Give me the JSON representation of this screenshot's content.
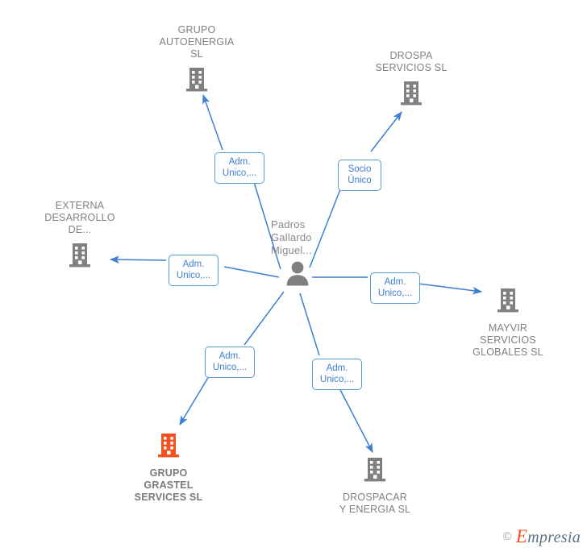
{
  "diagram": {
    "title": "Padros Gallardo Miguel relationship graph",
    "colors": {
      "node_gray": "#808080",
      "node_highlight_orange": "#f4511e",
      "edge_blue": "#3d7fd1",
      "label_border_blue": "#5b9bd5",
      "text_gray": "#808080",
      "background": "#ffffff"
    },
    "center": {
      "id": "person-padros-gallardo-miguel",
      "name": "Padros\nGallardo\nMiguel...",
      "icon": "person-icon",
      "type": "person"
    },
    "nodes": [
      {
        "id": "grupo-autoenergia-sl",
        "name": "GRUPO\nAUTOENERGIA\nSL",
        "icon": "building-icon",
        "type": "company",
        "highlight": false
      },
      {
        "id": "drospa-servicios-sl",
        "name": "DROSPA\nSERVICIOS  SL",
        "icon": "building-icon",
        "type": "company",
        "highlight": false
      },
      {
        "id": "externa-desarrollo-de",
        "name": "EXTERNA\nDESARROLLO\nDE...",
        "icon": "building-icon",
        "type": "company",
        "highlight": false
      },
      {
        "id": "mayvir-servicios-globales-sl",
        "name": "MAYVIR\nSERVICIOS\nGLOBALES  SL",
        "icon": "building-icon",
        "type": "company",
        "highlight": false
      },
      {
        "id": "grupo-grastel-services-sl",
        "name": "GRUPO\nGRASTEL\nSERVICES  SL",
        "icon": "building-icon",
        "type": "company",
        "highlight": true
      },
      {
        "id": "drospacar-y-energia-sl",
        "name": "DROSPACAR\nY ENERGIA  SL",
        "icon": "building-icon",
        "type": "company",
        "highlight": false
      }
    ],
    "edges": [
      {
        "id": "edge-to-grupo-autoenergia",
        "from": "person-padros-gallardo-miguel",
        "to": "grupo-autoenergia-sl",
        "label": "Adm.\nUnico,..."
      },
      {
        "id": "edge-to-drospa-servicios",
        "from": "person-padros-gallardo-miguel",
        "to": "drospa-servicios-sl",
        "label": "Socio\nÚnico"
      },
      {
        "id": "edge-to-externa-desarrollo",
        "from": "person-padros-gallardo-miguel",
        "to": "externa-desarrollo-de",
        "label": "Adm.\nUnico,..."
      },
      {
        "id": "edge-to-mayvir-servicios",
        "from": "person-padros-gallardo-miguel",
        "to": "mayvir-servicios-globales-sl",
        "label": "Adm.\nUnico,..."
      },
      {
        "id": "edge-to-grupo-grastel",
        "from": "person-padros-gallardo-miguel",
        "to": "grupo-grastel-services-sl",
        "label": "Adm.\nUnico,..."
      },
      {
        "id": "edge-to-drospacar-y-energia",
        "from": "person-padros-gallardo-miguel",
        "to": "drospacar-y-energia-sl",
        "label": "Adm.\nUnico,..."
      }
    ]
  },
  "watermark": {
    "copyright": "©",
    "brand_cap": "E",
    "brand_rest": "mpresia"
  }
}
